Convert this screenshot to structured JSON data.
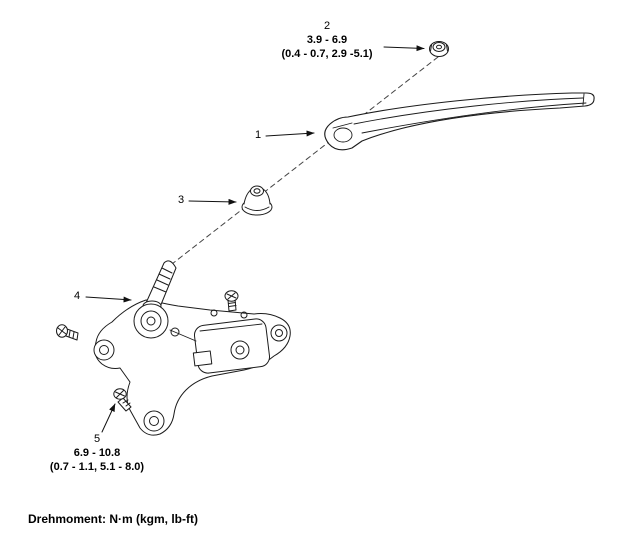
{
  "figure": {
    "footer": "Drehmoment: N·m (kgm, lb-ft)",
    "callout_1": {
      "label": "1"
    },
    "callout_2": {
      "label": "2",
      "torque": "3.9 - 6.9",
      "torque_alt": "(0.4 - 0.7, 2.9 -5.1)"
    },
    "callout_3": {
      "label": "3"
    },
    "callout_4": {
      "label": "4"
    },
    "callout_5": {
      "label": "5",
      "torque": "6.9 - 10.8",
      "torque_alt": "(0.7 - 1.1, 5.1 - 8.0)"
    }
  }
}
